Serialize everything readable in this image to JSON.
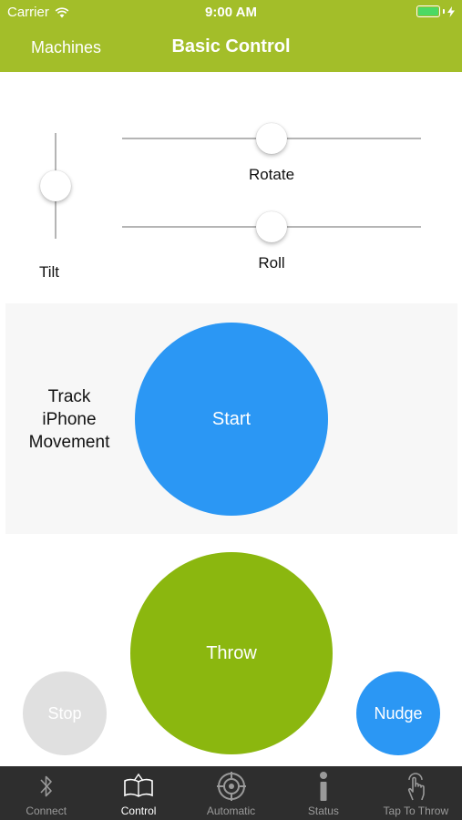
{
  "status_bar": {
    "carrier": "Carrier",
    "time": "9:00 AM",
    "icons": [
      "wifi-icon",
      "battery-icon",
      "charging-bolt-icon"
    ]
  },
  "nav": {
    "back_label": "Machines",
    "title": "Basic Control"
  },
  "sliders": {
    "tilt": {
      "label": "Tilt",
      "value": 0.5,
      "orientation": "vertical"
    },
    "rotate": {
      "label": "Rotate",
      "value": 0.5,
      "orientation": "horizontal"
    },
    "roll": {
      "label": "Roll",
      "value": 0.5,
      "orientation": "horizontal"
    }
  },
  "tracking": {
    "label_line1": "Track",
    "label_line2": "iPhone",
    "label_line3": "Movement",
    "start_label": "Start"
  },
  "actions": {
    "throw_label": "Throw",
    "stop_label": "Stop",
    "nudge_label": "Nudge"
  },
  "tabbar": {
    "items": [
      {
        "label": "Connect",
        "icon": "bluetooth-icon",
        "active": false
      },
      {
        "label": "Control",
        "icon": "book-icon",
        "active": true
      },
      {
        "label": "Automatic",
        "icon": "crosshair-icon",
        "active": false
      },
      {
        "label": "Status",
        "icon": "info-icon",
        "active": false
      },
      {
        "label": "Tap To Throw",
        "icon": "tap-hand-icon",
        "active": false
      }
    ]
  },
  "colors": {
    "nav_green": "#a3be29",
    "start_blue": "#2b97f4",
    "throw_green": "#8bb70f",
    "stop_gray": "#e0e0e0",
    "tabbar_bg": "#2e2e2e"
  }
}
